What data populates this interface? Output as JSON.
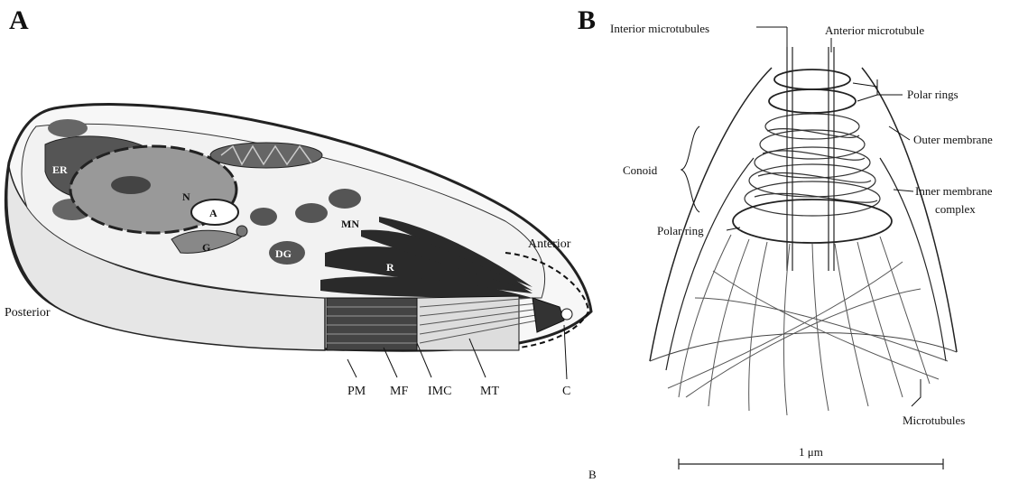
{
  "panel_a": {
    "letter": "A",
    "labels": {
      "posterior": "Posterior",
      "anterior": "Anterior",
      "er": "ER",
      "n": "N",
      "g": "G",
      "a": "A",
      "dg": "DG",
      "mn": "MN",
      "r": "R",
      "pm": "PM",
      "mf": "MF",
      "imc": "IMC",
      "mt": "MT",
      "c": "C"
    }
  },
  "panel_b": {
    "letter": "B",
    "labels": {
      "interior_microtubules": "Interior microtubules",
      "anterior_microtubule": "Anterior microtubule",
      "polar_rings": "Polar rings",
      "outer_membrane": "Outer membrane",
      "conoid": "Conoid",
      "inner_membrane_line1": "Inner membrane",
      "inner_membrane_line2": "complex",
      "polar_ring": "Polar ring",
      "microtubules": "Microtubules",
      "scale": "1 μm",
      "b_small": "B"
    }
  }
}
